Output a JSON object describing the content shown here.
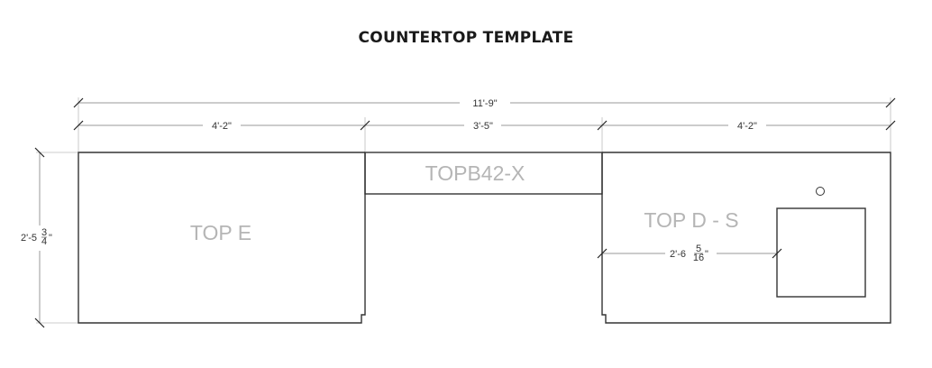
{
  "title": "COUNTERTOP TEMPLATE",
  "dimensions": {
    "overall": "11'-9\"",
    "left": "4'-2\"",
    "middle": "3'-5\"",
    "right": "4'-2\"",
    "depth_main": "2'-5",
    "depth_num": "3",
    "depth_den": "4",
    "depth_quote": "\"",
    "sink_offset_main": "2'-6",
    "sink_offset_num": "5",
    "sink_offset_den": "16",
    "sink_offset_quote": "\""
  },
  "pieces": {
    "left": "TOP E",
    "middle": "TOPB42-X",
    "right": "TOP D - S"
  }
}
